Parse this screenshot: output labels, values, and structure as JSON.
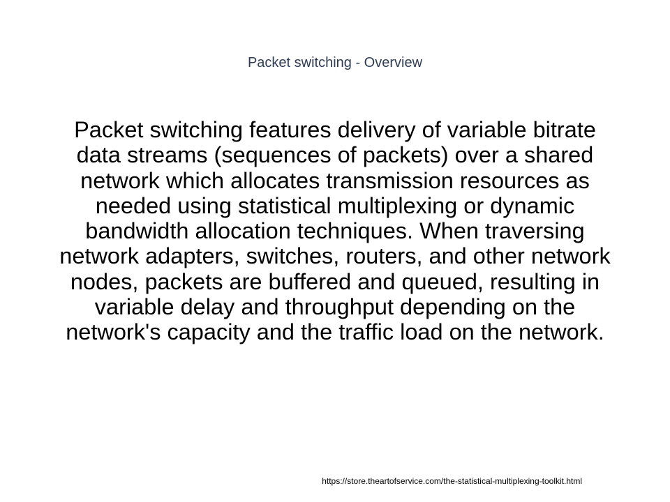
{
  "slide": {
    "title": "Packet switching - Overview",
    "body": "Packet switching features delivery of variable bitrate data streams (sequences of packets) over a shared network which allocates transmission resources as needed using statistical multiplexing or dynamic bandwidth allocation techniques. When traversing network adapters, switches, routers, and other network nodes, packets are buffered and queued, resulting in variable delay and throughput depending on the network's capacity and the traffic load on the network.",
    "source_url": "https://store.theartofservice.com/the-statistical-multiplexing-toolkit.html"
  },
  "colors": {
    "title": "#2e3d55",
    "text": "#000000",
    "background": "#ffffff"
  }
}
